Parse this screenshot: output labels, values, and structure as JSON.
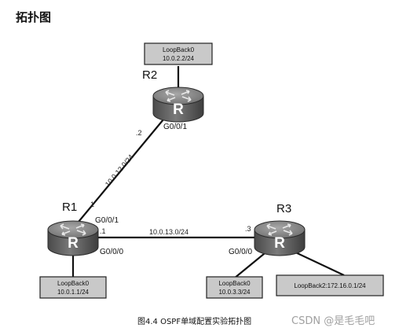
{
  "heading": "拓扑图",
  "routers": [
    {
      "id": "R1",
      "label": "R1",
      "glyph": "R"
    },
    {
      "id": "R2",
      "label": "R2",
      "glyph": "R"
    },
    {
      "id": "R3",
      "label": "R3",
      "glyph": "R"
    }
  ],
  "interfaces": {
    "r2_g001": "G0/0/1",
    "r1_g001": "G0/0/1",
    "r1_g000": "G0/0/0",
    "r3_g000": "G0/0/0"
  },
  "networks": {
    "r1_r2": "10.0.12.0/24",
    "r1_r3": "10.0.13.0/24"
  },
  "host_ids": {
    "r2_on_12": ".2",
    "r1_on_12": "1",
    "r1_on_13": ".1",
    "r3_on_13": ".3"
  },
  "loopbacks": {
    "r2_lb0": {
      "name": "LoopBack0",
      "addr": "10.0.2.2/24"
    },
    "r1_lb0": {
      "name": "LoopBack0",
      "addr": "10.0.1.1/24"
    },
    "r3_lb0": {
      "name": "LoopBack0",
      "addr": "10.0.3.3/24"
    },
    "r3_lb2": {
      "label": "LoopBack2:172.16.0.1/24"
    }
  },
  "caption": "图4.4 OSPF单域配置实验拓扑图",
  "watermark": "CSDN @是毛毛吧",
  "colors": {
    "router_body": "#6a6a6a",
    "router_top": "#8f8f8f",
    "loopback_fill": "#c9c9c9"
  }
}
